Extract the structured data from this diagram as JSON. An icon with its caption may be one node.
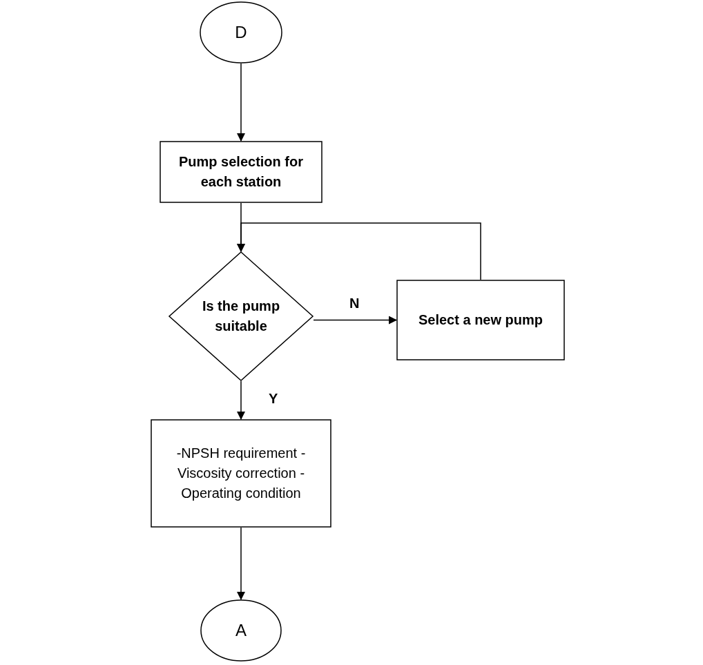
{
  "diagram": {
    "nodes": [
      {
        "text": [
          "D"
        ]
      },
      {
        "text": [
          "Pump selection for each station"
        ]
      },
      {
        "text": [
          "Is the pump suitable"
        ]
      },
      {
        "text": [
          "Select a new pump"
        ]
      },
      {
        "text": [
          "-NPSH requirement -Viscosity correction -Operating condition"
        ]
      },
      {
        "text": [
          "A"
        ]
      }
    ],
    "edges": [
      {
        "from": 0,
        "to": 1,
        "arrow": "to"
      },
      {
        "from": 1,
        "to": 2,
        "arrow": "to"
      },
      {
        "from": 2,
        "to": 3,
        "arrow": "to",
        "label": "N"
      },
      {
        "from": 3,
        "to": 2,
        "arrow": "to"
      },
      {
        "from": 2,
        "to": 4,
        "arrow": "to",
        "label": "Y"
      },
      {
        "from": 4,
        "to": 5,
        "arrow": "to"
      }
    ]
  }
}
